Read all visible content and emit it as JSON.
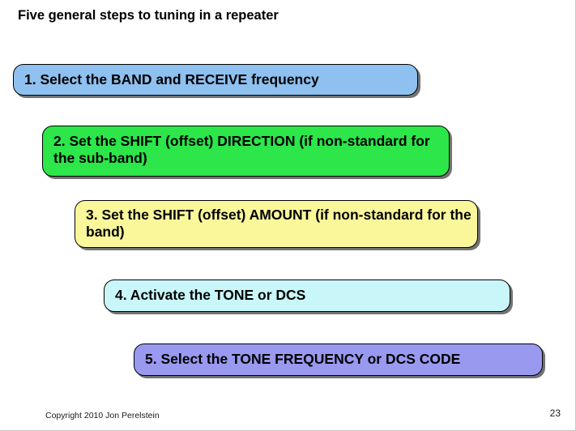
{
  "slide": {
    "title": "Five general steps to tuning in a repeater",
    "background_color": "#ffffff",
    "steps": [
      {
        "number": "1.",
        "text": "1.  Select the BAND and RECEIVE frequency",
        "color": "#8EC1F0",
        "color_name": "light-blue"
      },
      {
        "number": "2.",
        "text": "2.  Set the SHIFT (offset) DIRECTION (if non-standard for the sub-band)",
        "color": "#2CE64A",
        "color_name": "green"
      },
      {
        "number": "3.",
        "text": "3.  Set the SHIFT (offset) AMOUNT (if non-standard for the band)",
        "color": "#FAF79B",
        "color_name": "light-yellow"
      },
      {
        "number": "4.",
        "text": "4.  Activate the TONE or DCS",
        "color": "#C8F6F9",
        "color_name": "light-cyan"
      },
      {
        "number": "5.",
        "text": "5.  Select the TONE FREQUENCY or DCS CODE",
        "color": "#9A99F0",
        "color_name": "periwinkle"
      }
    ],
    "footer": {
      "copyright": "Copyright 2010 Jon Perelstein",
      "page_number": "23"
    }
  }
}
